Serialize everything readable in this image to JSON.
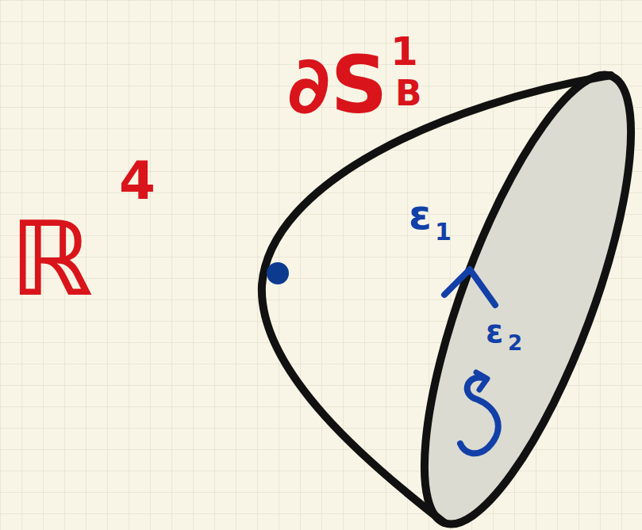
{
  "diagram": {
    "labels": [
      "ℝ",
      "4",
      "∂S",
      "1",
      "B",
      "ε",
      "1",
      "ε",
      "2"
    ]
  }
}
